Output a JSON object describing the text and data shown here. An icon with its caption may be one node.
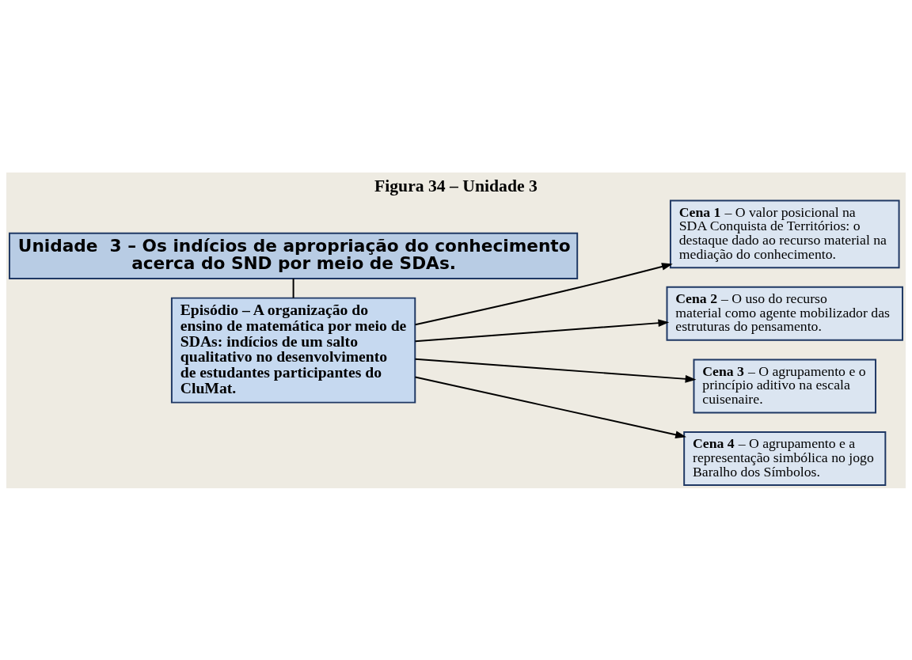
{
  "diagram": {
    "title": "Figura 34 – Unidade 3",
    "nodes": [
      {
        "text": [
          "Unidade  3 – Os indícios de apropriação do conhecimento acerca do SND por meio de SDAs."
        ]
      },
      {
        "text": [
          "Episódio – A organização do ensino de matemática por meio de SDAs: indícios de um salto qualitativo no desenvolvimento de estudantes participantes do CluMat."
        ]
      },
      {
        "text": [
          "**Cena 1** – O valor posicional na SDA Conquista de Territórios: o destaque dado ao recurso material na mediação do conhecimento."
        ]
      },
      {
        "text": [
          "**Cena 2** – O uso do recurso material como agente mobilizador das estruturas do pensamento."
        ]
      },
      {
        "text": [
          "**Cena 3** – O agrupamento e o princípio aditivo na escala cuisenaire."
        ]
      },
      {
        "text": [
          "**Cena 4** – O agrupamento e a representação simbólica no jogo Baralho dos Símbolos."
        ]
      }
    ],
    "edges": [
      {
        "from": 0,
        "to": 1,
        "arrow": "none"
      },
      {
        "from": 1,
        "to": 2,
        "arrow": "to"
      },
      {
        "from": 1,
        "to": 3,
        "arrow": "to"
      },
      {
        "from": 1,
        "to": 4,
        "arrow": "to"
      },
      {
        "from": 1,
        "to": 5,
        "arrow": "to"
      }
    ]
  }
}
